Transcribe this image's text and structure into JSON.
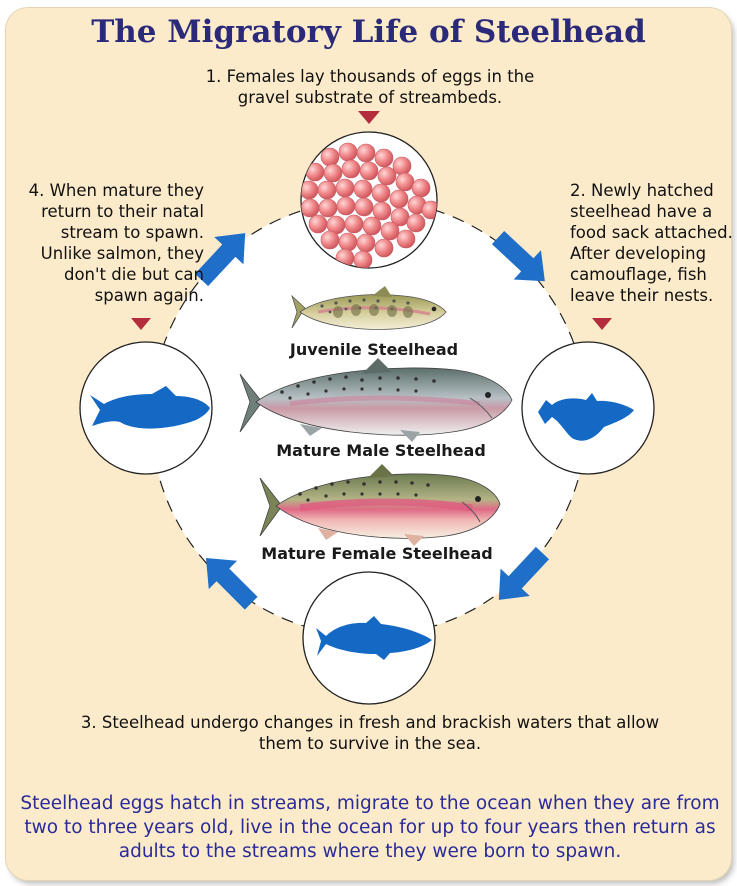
{
  "title": "The Migratory Life of Steelhead",
  "steps": {
    "step1": "1. Females lay thousands of eggs in the gravel substrate of streambeds.",
    "step2": "2. Newly hatched steelhead have a food sack attached. After developing camouflage, fish leave their nests.",
    "step3": "3. Steelhead undergo changes in fresh and brackish waters that allow them to survive in the sea.",
    "step4": "4. When mature they return to their natal stream to spawn. Unlike salmon, they don't die but can spawn again."
  },
  "fish_labels": {
    "juvenile": "Juvenile Steelhead",
    "male": "Mature Male Steelhead",
    "female": "Mature Female Steelhead"
  },
  "summary": "Steelhead eggs hatch in streams, migrate to the ocean when they are from two to three years old, live in the ocean for up to four years then return as adults to the streams where they were born to spawn.",
  "colors": {
    "background": "#fcebcb",
    "title": "#2b2a7a",
    "arrow": "#1f6fc9",
    "silhouette": "#1469c4",
    "marker": "#b32d3d",
    "egg": "#f08a8a",
    "summary_text": "#2a2b9a"
  }
}
